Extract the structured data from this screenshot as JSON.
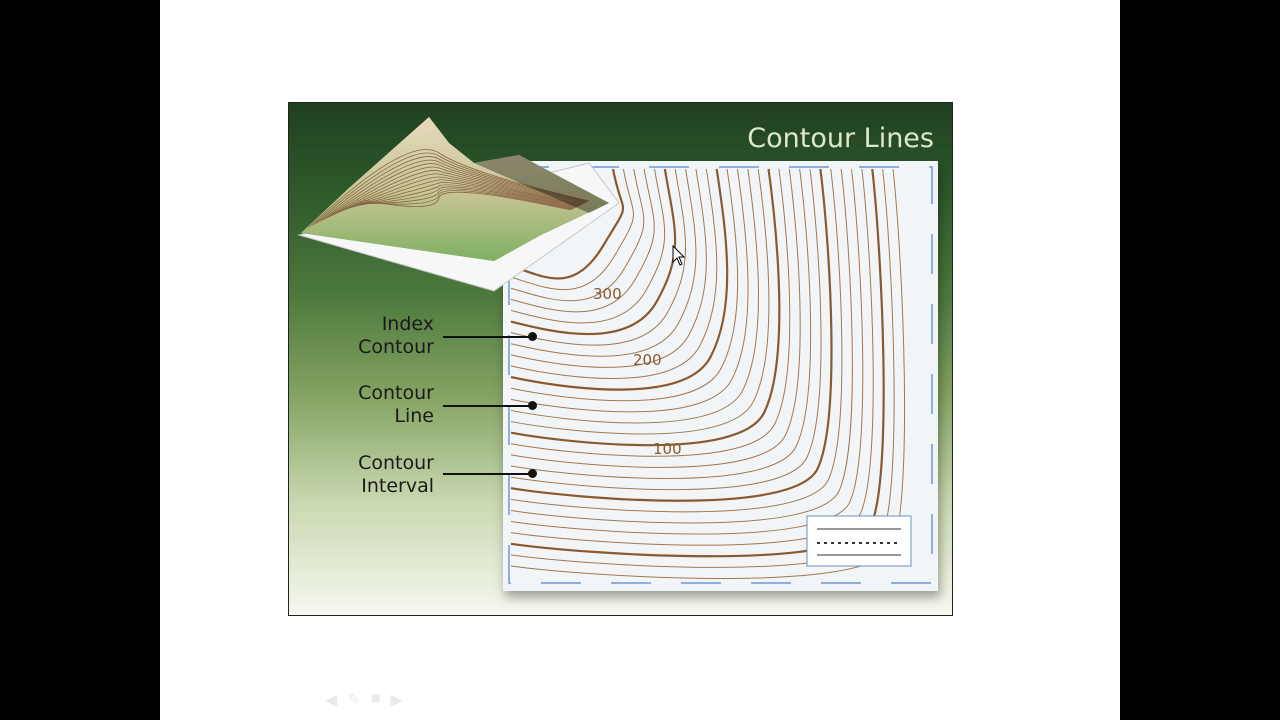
{
  "slide": {
    "figure_title": "Contour Lines",
    "callouts": {
      "index_contour": [
        "Index",
        "Contour"
      ],
      "contour_line": [
        "Contour",
        "Line"
      ],
      "contour_interval": [
        "Contour",
        "Interval"
      ]
    },
    "elevation_labels": {
      "high": "300",
      "mid": "200",
      "low": "100"
    }
  },
  "colors": {
    "contour_brown": "#a0784e",
    "index_brown": "#8a5a2e",
    "title_green": "#dde8c8"
  },
  "icons": [
    "mouse-pointer-icon",
    "previous-slide-icon",
    "pen-icon",
    "menu-icon",
    "next-slide-icon"
  ]
}
